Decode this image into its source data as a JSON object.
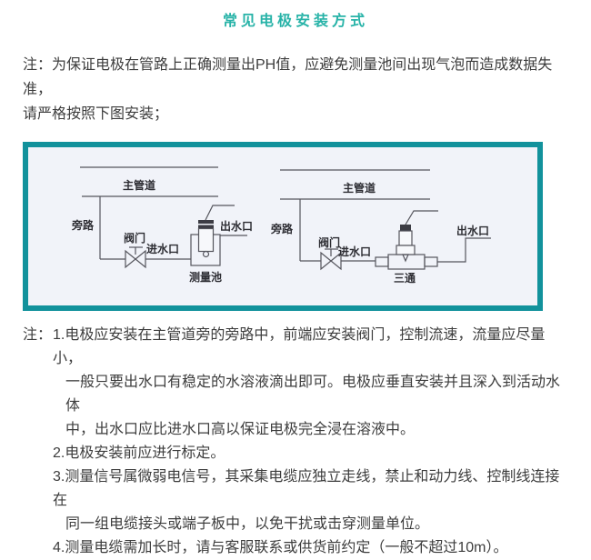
{
  "title": "常见电极安装方式",
  "intro_note": {
    "lines": [
      "注：为保证电极在管路上正确测量出PH值，应避免测量池间出现气泡而造成数据失准，",
      "请严格按照下图安装；"
    ]
  },
  "diagram": {
    "left": {
      "main_pipe_label": "主管道",
      "bypass_label": "旁路",
      "valve_label": "阀门",
      "inlet_label": "进水口",
      "outlet_label": "出水口",
      "vessel_label": "测量池"
    },
    "right": {
      "main_pipe_label": "主管道",
      "bypass_label": "旁路",
      "valve_label": "阀门",
      "inlet_label": "进水口",
      "outlet_label": "出水口",
      "fitting_label": "三通"
    },
    "colors": {
      "panel_border": "#12929c",
      "panel_background": "#f1f3f9",
      "line": "#55555d"
    }
  },
  "bottom_notes": {
    "prefix": "注：",
    "items": [
      {
        "lines": [
          "1.电极应安装在主管道旁的旁路中，前端应安装阀门，控制流速，流量应尽量小，",
          "一般只要出水口有稳定的水溶液滴出即可。电极应垂直安装并且深入到活动水体",
          "中，出水口应比进水口高以保证电极完全浸在溶液中。"
        ]
      },
      {
        "lines": [
          "2.电极安装前应进行标定。"
        ]
      },
      {
        "lines": [
          "3.测量信号属微弱电信号，其采集电缆应独立走线，禁止和动力线、控制线连接在",
          "同一组电缆接头或端子板中，以免干扰或击穿测量单位。"
        ]
      },
      {
        "lines": [
          "4.测量电缆需加长时，请与客服联系或供货前约定（一般不超过10m）。"
        ]
      }
    ]
  },
  "colors": {
    "accent_title": "#28b3a8",
    "body_text": "#3d3d3d"
  }
}
